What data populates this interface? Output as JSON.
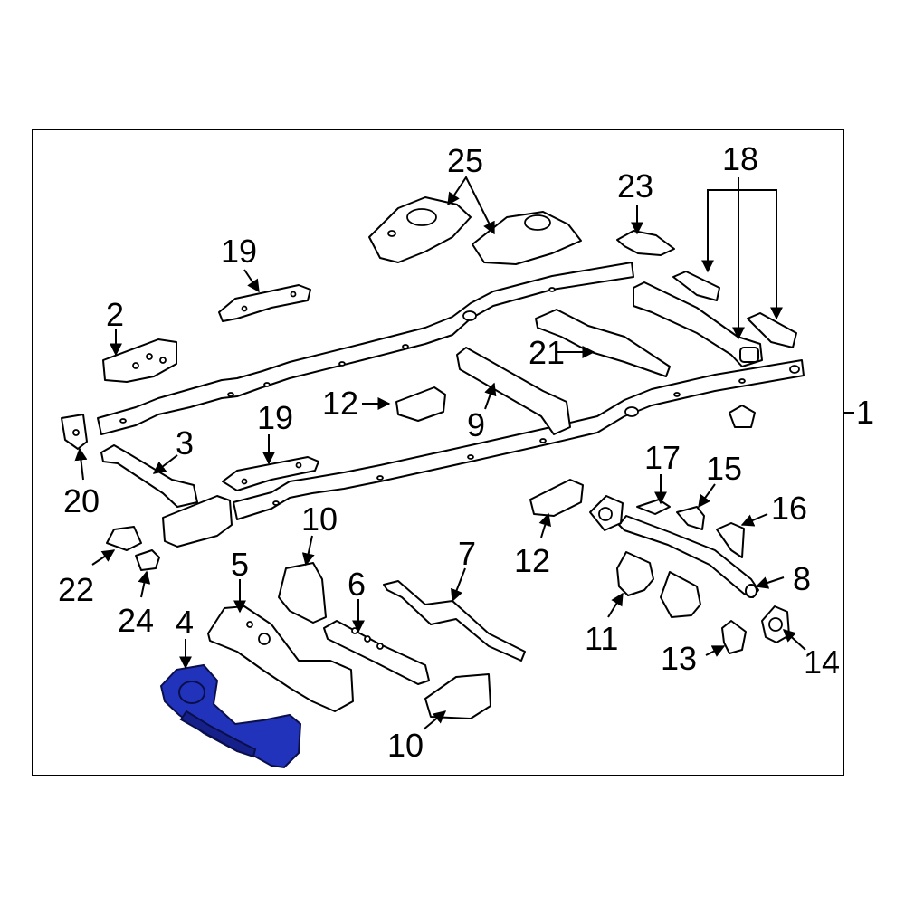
{
  "callouts": {
    "c1": "1",
    "c2": "2",
    "c3": "3",
    "c4": "4",
    "c5": "5",
    "c6": "6",
    "c7": "7",
    "c8": "8",
    "c9": "9",
    "c10a": "10",
    "c10b": "10",
    "c11": "11",
    "c12a": "12",
    "c12b": "12",
    "c13": "13",
    "c14": "14",
    "c15": "15",
    "c16": "16",
    "c17": "17",
    "c18": "18",
    "c19a": "19",
    "c19b": "19",
    "c20": "20",
    "c21": "21",
    "c22": "22",
    "c23": "23",
    "c24": "24",
    "c25": "25"
  },
  "colors": {
    "highlight": "#2233bb",
    "outline": "#000000",
    "background": "#ffffff"
  },
  "highlighted_part": "4"
}
